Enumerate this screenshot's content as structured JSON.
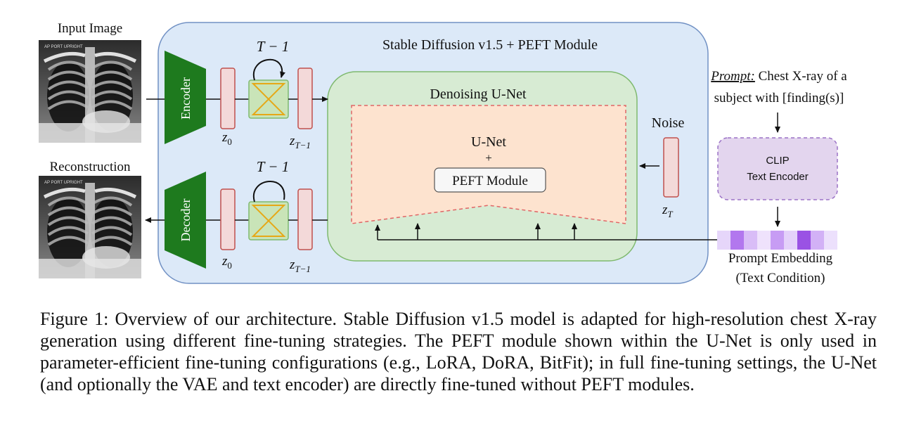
{
  "labels": {
    "input_image": "Input Image",
    "reconstruction": "Reconstruction",
    "xray_tag": "AP PORT UPRIGHT",
    "main_title": "Stable Diffusion v1.5 + PEFT Module",
    "encoder": "Encoder",
    "decoder": "Decoder",
    "loop_top": "T − 1",
    "loop_bottom": "T − 1",
    "z0_top": "z",
    "z0_top_sub": "0",
    "zt1_top": "z",
    "zt1_top_sub": "T−1",
    "z0_bottom": "z",
    "z0_bottom_sub": "0",
    "zt1_bottom": "z",
    "zt1_bottom_sub": "T−1",
    "denoising_unet": "Denoising U-Net",
    "unet": "U-Net",
    "plus": "+",
    "peft_module": "PEFT Module",
    "noise": "Noise",
    "zT": "z",
    "zT_sub": "T",
    "prompt_prefix": "Prompt:",
    "prompt_line1_rest": " Chest X-ray of a",
    "prompt_line2": "subject with [finding(s)]",
    "clip_line1": "CLIP",
    "clip_line2": "Text Encoder",
    "prompt_embedding": "Prompt Embedding",
    "text_condition": "(Text Condition)"
  },
  "caption": "Figure 1: Overview of our architecture. Stable Diffusion v1.5 model is adapted for high-resolution chest X-ray generation using different fine-tuning strategies. The PEFT module shown within the U-Net is only used in parameter-efficient fine-tuning configurations (e.g., LoRA, DoRA, BitFit); in full fine-tuning settings, the U-Net (and optionally the VAE and text encoder) are directly fine-tuned without PEFT modules.",
  "colors": {
    "sd_box": "#dce9f8",
    "unet_box": "#d7ebd3",
    "encoder": "#1e7a1e",
    "latent": "#f3d9d9",
    "latent_border": "#c0504d",
    "unet_shape": "#fde3cf",
    "clip_box": "#e3d5ee",
    "embedding_cells": [
      "#e6d6fa",
      "#b277ee",
      "#d9bdf7",
      "#efe2fc",
      "#c79cf4",
      "#e4d1fa",
      "#9a52e4",
      "#d2b1f6",
      "#ece0fc"
    ]
  }
}
